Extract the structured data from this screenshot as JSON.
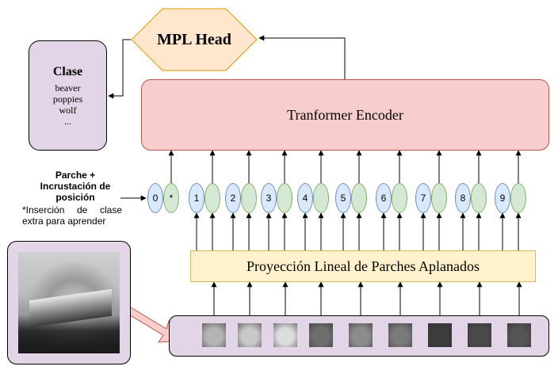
{
  "mpl_head": {
    "label": "MPL Head"
  },
  "clase": {
    "title": "Clase",
    "items": [
      "beaver",
      "poppies",
      "wolf",
      "..."
    ]
  },
  "encoder": {
    "label": "Tranformer Encoder"
  },
  "projection": {
    "label": "Proyección Lineal de Parches Aplanados"
  },
  "legend": {
    "title": "Parche + Incrustación de posición",
    "note": "*Inserción de clase extra para aprender"
  },
  "tokens": [
    {
      "position": "0",
      "embedding": "*"
    },
    {
      "position": "1",
      "embedding": ""
    },
    {
      "position": "2",
      "embedding": ""
    },
    {
      "position": "3",
      "embedding": ""
    },
    {
      "position": "4",
      "embedding": ""
    },
    {
      "position": "5",
      "embedding": ""
    },
    {
      "position": "6",
      "embedding": ""
    },
    {
      "position": "7",
      "embedding": ""
    },
    {
      "position": "8",
      "embedding": ""
    },
    {
      "position": "9",
      "embedding": ""
    }
  ],
  "colors": {
    "head_fill": "#ffe6cc",
    "head_stroke": "#d79b00",
    "encoder_fill": "#f8cecc",
    "projection_fill": "#fff2cc",
    "class_fill": "#e1d5e7",
    "position_fill": "#dae8fc",
    "embedding_fill": "#d5e8d4",
    "input_arrow": "#f8cecc"
  },
  "patches": [
    {
      "shade": "#b4b4b4"
    },
    {
      "shade": "#c8c8c8"
    },
    {
      "shade": "#dcdcdc"
    },
    {
      "shade": "#6e6e6e"
    },
    {
      "shade": "#8c8c8c"
    },
    {
      "shade": "#7a7a7a"
    },
    {
      "shade": "#3c3c3c"
    },
    {
      "shade": "#4a4a4a"
    },
    {
      "shade": "#555555"
    }
  ]
}
